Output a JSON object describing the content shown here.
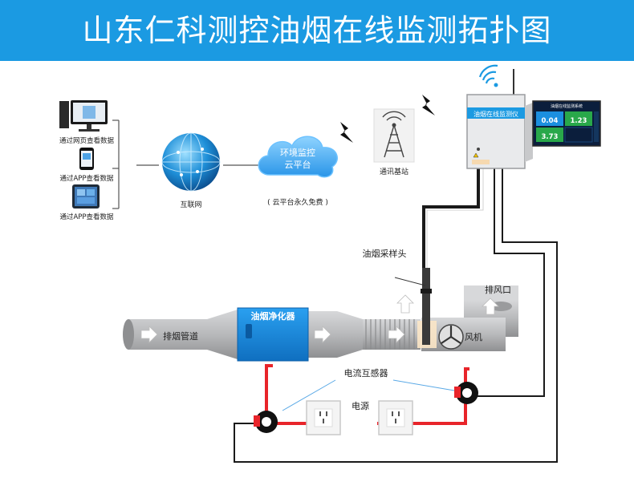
{
  "header": {
    "title": "山东仁科测控油烟在线监测拓扑图",
    "bg_color": "#1b9ae2"
  },
  "clients": {
    "pc_label": "通过网页查看数据",
    "phone_label": "通过APP查看数据",
    "tablet_label": "通过APP查看数据"
  },
  "internet": {
    "label": "互联网"
  },
  "cloud": {
    "title_line1": "环境监控",
    "title_line2": "云平台",
    "note": "( 云平台永久免费 )"
  },
  "tower": {
    "label": "通讯基站"
  },
  "monitor": {
    "panel_title": "油烟在线监测仪",
    "screen_title": "油烟在线监测系统",
    "readings": [
      "0.04",
      "1.23",
      "3.73"
    ]
  },
  "sampler": {
    "label": "油烟采样头"
  },
  "duct": {
    "exhaust_label": "排烟管道",
    "purifier_label": "油烟净化器",
    "fan_label": "风机",
    "outlet_label": "排风口"
  },
  "sensors": {
    "ct_label": "电流互感器",
    "power_label": "电源"
  },
  "colors": {
    "accent": "#1b9ae2",
    "duct": "#b5b6b8",
    "purifier": "#1787d8",
    "power_wire": "#e8242a",
    "signal": "#1a1a1a"
  }
}
